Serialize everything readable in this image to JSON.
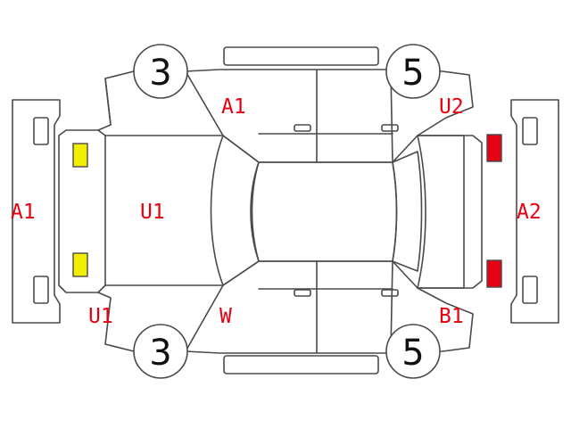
{
  "diagram": {
    "colors": {
      "line": "#4a4a4a",
      "code_text": "#e8000f",
      "front_lamp": "#f2ee00",
      "rear_lamp": "#e60012"
    },
    "wheels": {
      "front_left": "3",
      "rear_left": "5",
      "front_right": "3",
      "rear_right": "5"
    },
    "damage_codes": {
      "front_bumper": "A1",
      "rear_bumper": "A2",
      "hood": "U1",
      "left_fender": "A1",
      "left_quarter": "U2",
      "right_fender": "U1",
      "windshield": "W",
      "right_quarter": "B1"
    },
    "lamps": {
      "front_top": "yellow",
      "front_bottom": "yellow",
      "rear_top": "red",
      "rear_bottom": "red"
    }
  }
}
